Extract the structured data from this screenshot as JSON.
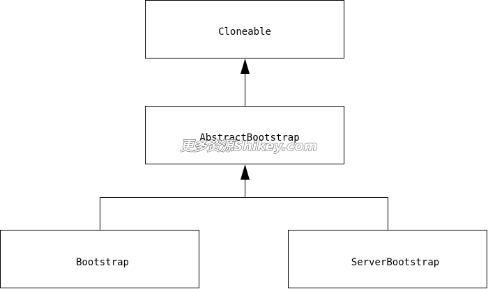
{
  "diagram": {
    "nodes": {
      "cloneable": {
        "label": "Cloneable"
      },
      "abstract_bootstrap": {
        "label": "AbstractBootstrap"
      },
      "bootstrap": {
        "label": "Bootstrap"
      },
      "server_bootstrap": {
        "label": "ServerBootstrap"
      }
    },
    "edges": [
      {
        "from": "abstract_bootstrap",
        "to": "cloneable",
        "type": "inheritance"
      },
      {
        "from": "bootstrap",
        "to": "abstract_bootstrap",
        "type": "inheritance"
      },
      {
        "from": "server_bootstrap",
        "to": "abstract_bootstrap",
        "type": "inheritance"
      }
    ],
    "colors": {
      "stroke": "#000000",
      "background": "#ffffff"
    }
  },
  "watermark": {
    "text": "更多资源Shikey.com"
  }
}
